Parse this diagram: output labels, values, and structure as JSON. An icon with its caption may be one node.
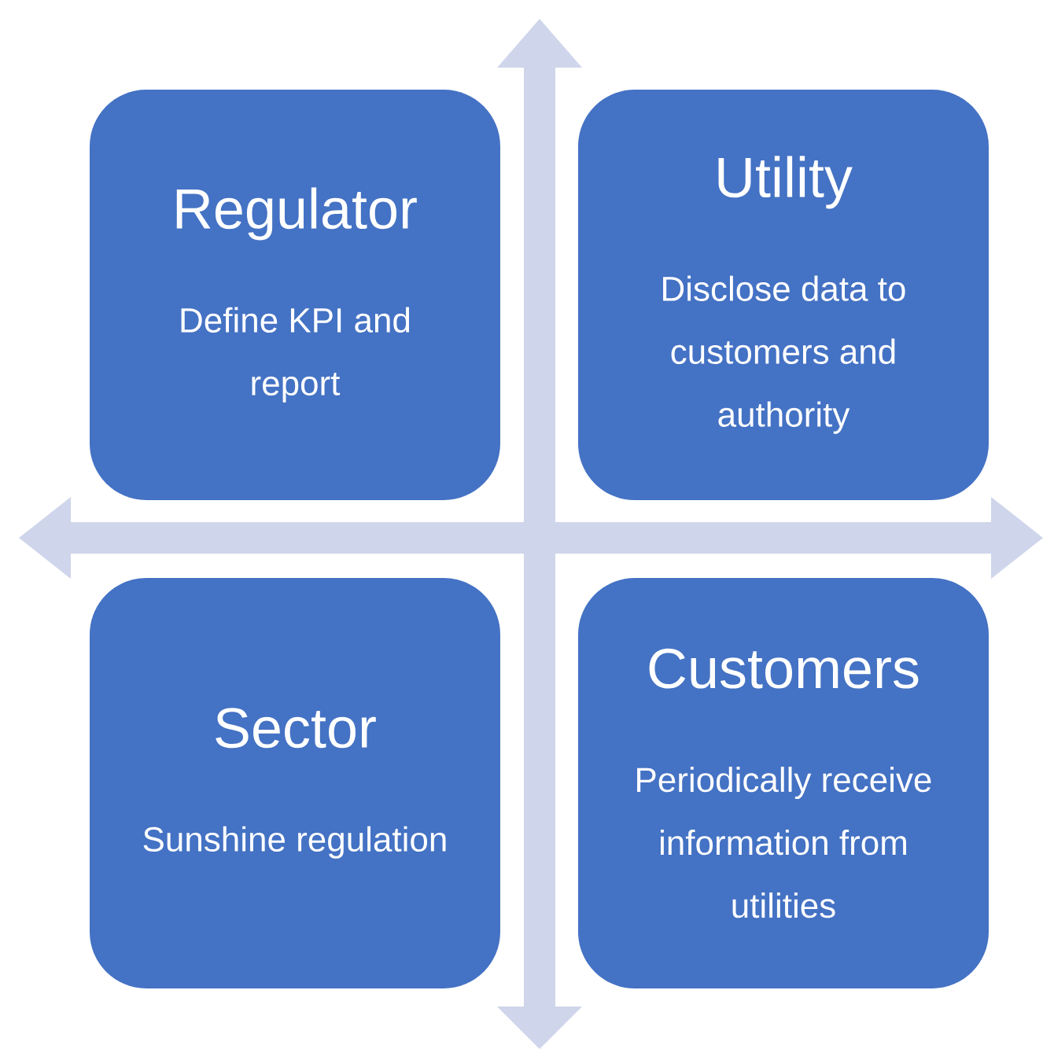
{
  "diagram": {
    "nodes": [
      {
        "text": [
          "Regulator",
          "Define KPI and report"
        ]
      },
      {
        "text": [
          "Utility",
          "Disclose data to customers and authority"
        ]
      },
      {
        "text": [
          "Sector",
          "Sunshine regulation"
        ]
      },
      {
        "text": [
          "Customers",
          "Periodically receive information from utilities"
        ]
      }
    ]
  }
}
